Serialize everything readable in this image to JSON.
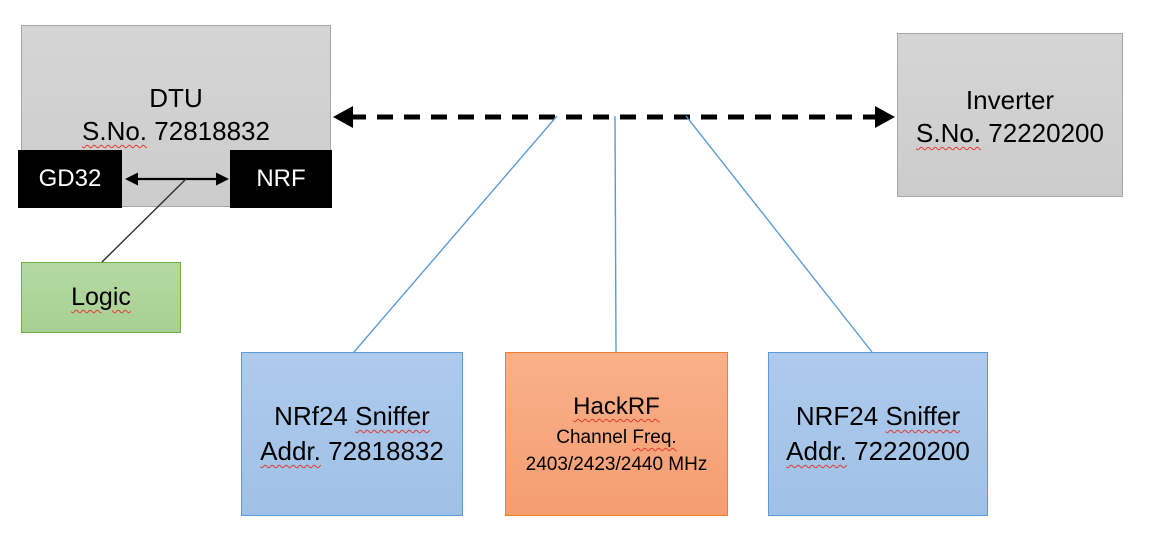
{
  "diagram": {
    "dtu": {
      "title": "DTU",
      "sno_label": "S.No.",
      "sno_value": "72818832",
      "chip_left": "GD32",
      "chip_right": "NRF"
    },
    "logic": {
      "label": "Logic"
    },
    "inverter": {
      "title": "Inverter",
      "sno_label": "S.No.",
      "sno_value": "72220200"
    },
    "sniffer_left": {
      "name_prefix": "NRf24",
      "name_suffix": "Sniffer",
      "addr_label": "Addr.",
      "addr_value": "72818832"
    },
    "hackrf": {
      "title": "HackRF",
      "subtitle_part1": "Channel",
      "subtitle_part2": "Freq.",
      "frequencies": "2403/2423/2440 MHz"
    },
    "sniffer_right": {
      "name_prefix": "NRF24",
      "name_suffix": "Sniffer",
      "addr_label": "Addr.",
      "addr_value": "72220200"
    },
    "colors": {
      "gray_box_fill": "#d1d1d1",
      "gray_box_border": "#a6a6a6",
      "chip_fill": "#000000",
      "chip_text": "#ffffff",
      "green_fill": "#aed49b",
      "green_border": "#70ad47",
      "blue_fill": "#a6c6e9",
      "blue_border": "#5b9bd5",
      "orange_fill": "#f7a67d",
      "orange_border": "#ed7d31",
      "connector_blue": "#5b9bd5",
      "dashed_arrow": "#000000",
      "squiggle_red": "#e0392f"
    }
  }
}
